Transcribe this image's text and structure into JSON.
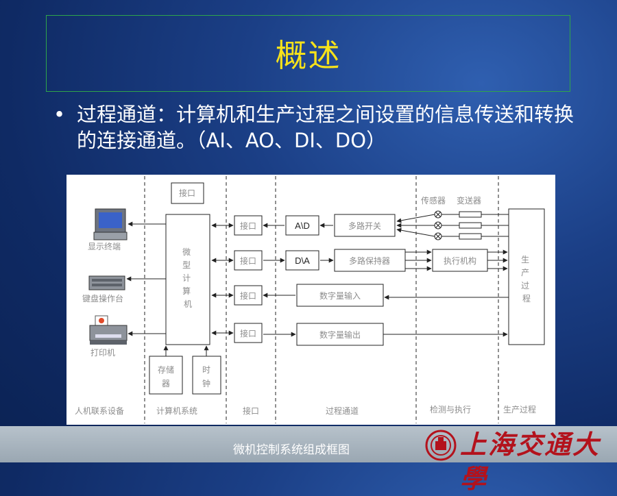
{
  "slide": {
    "title": "概述",
    "bullet": "•",
    "bullet_text": "过程通道：计算机和生产过程之间设置的信息传送和转换的连接通道。（AI、AO、DI、DO）"
  },
  "diagram": {
    "top_box": "接口",
    "peripherals": {
      "monitor_label": "显示终端",
      "keyboard_label": "键盘操作台",
      "printer_label": "打印机"
    },
    "cpu_label": "微型计算机",
    "mem_boxes": [
      "存储器",
      "时钟"
    ],
    "interfaces": [
      "接口",
      "接口",
      "接口",
      "接口"
    ],
    "converters": [
      "A\\D",
      "D\\A"
    ],
    "mid_boxes": [
      "多路开关",
      "多路保持器",
      "数字量输入",
      "数字量输出"
    ],
    "sensor_labels": [
      "传感器",
      "变送器"
    ],
    "actuator_box": "执行机构",
    "process_label": "生产过程",
    "column_labels": [
      "人机联系设备",
      "计算机系统",
      "接口",
      "过程通道",
      "检测与执行",
      "生产过程"
    ]
  },
  "footer": {
    "caption": "微机控制系统组成框图",
    "logo_text": "上海交通大學",
    "brand_color": "#b3121c"
  },
  "colors": {
    "title": "#f7e21a",
    "title_border": "#2fa64a",
    "background": "#1b3f86"
  }
}
